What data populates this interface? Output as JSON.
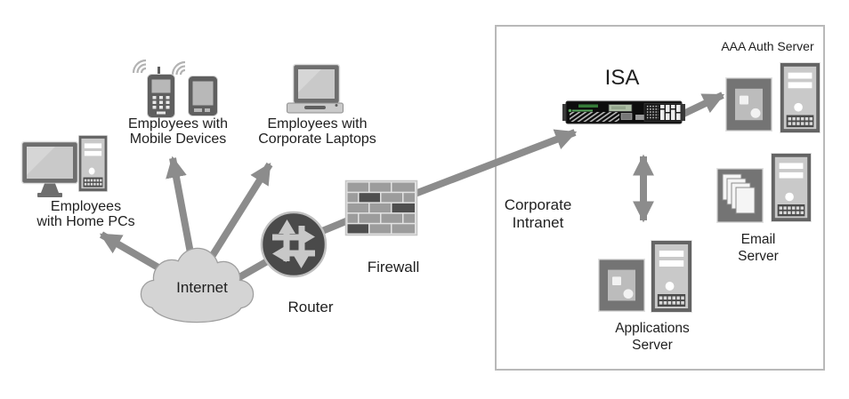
{
  "diagram": {
    "nodes": {
      "home_pcs": {
        "line1": "Employees",
        "line2": "with Home PCs"
      },
      "mobile_devices": {
        "line1": "Employees with",
        "line2": "Mobile Devices"
      },
      "corporate_laptops": {
        "line1": "Employees with",
        "line2": "Corporate Laptops"
      },
      "internet": {
        "label": "Internet"
      },
      "router": {
        "label": "Router"
      },
      "firewall": {
        "label": "Firewall"
      },
      "corporate_intranet": {
        "line1": "Corporate",
        "line2": "Intranet"
      },
      "isa": {
        "label": "ISA"
      },
      "aaa_auth_server": {
        "label": "AAA Auth Server"
      },
      "email_server": {
        "line1": "Email",
        "line2": "Server"
      },
      "applications_server": {
        "line1": "Applications",
        "line2": "Server"
      }
    },
    "edges": [
      {
        "from": "Internet",
        "to": "Employees with Home PCs",
        "type": "arrow"
      },
      {
        "from": "Internet",
        "to": "Employees with Mobile Devices",
        "type": "arrow"
      },
      {
        "from": "Internet",
        "to": "Employees with Corporate Laptops",
        "type": "arrow"
      },
      {
        "from": "Internet",
        "to": "Router",
        "type": "line"
      },
      {
        "from": "Router",
        "to": "Firewall",
        "type": "line"
      },
      {
        "from": "Firewall",
        "to": "ISA",
        "type": "arrow"
      },
      {
        "from": "ISA",
        "to": "AAA Auth Server",
        "type": "arrow"
      },
      {
        "from": "ISA",
        "to": "Applications Server",
        "type": "double-arrow"
      }
    ],
    "colors": {
      "arrow": "#8c8c8c",
      "cloud_fill": "#d4d4d4",
      "cloud_stroke": "#9e9e9e",
      "icon_dark": "#6e6e6e",
      "icon_light": "#c9c9c9",
      "router_fill": "#4a4a4a",
      "box_border": "#b9b9b9",
      "text": "#1f1f1f",
      "isa_green": "#58a65c"
    }
  }
}
